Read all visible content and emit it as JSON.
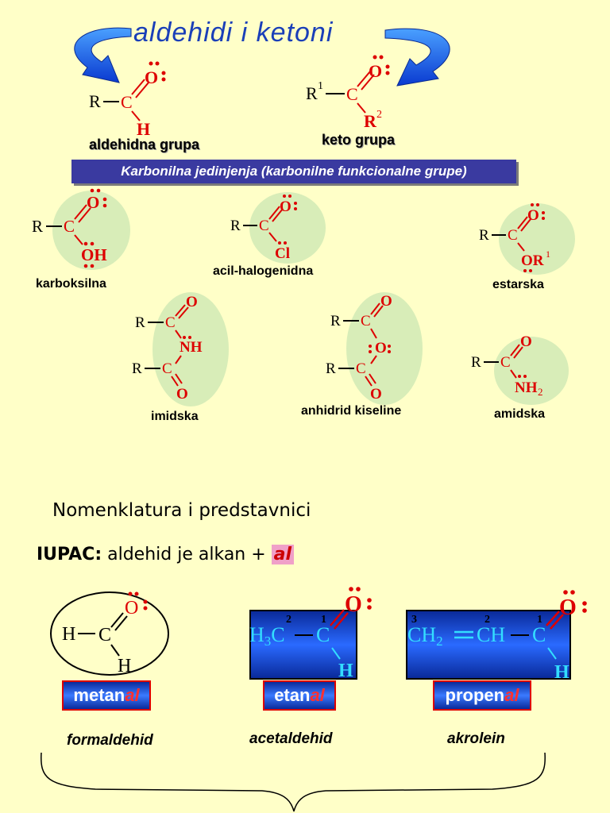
{
  "title": "aldehidi i ketoni",
  "labels": {
    "aldehyde_group": "aldehidna grupa",
    "keto_group": "keto grupa",
    "banner": "Karbonilna jedinjenja (karbonilne funkcionalne grupe)",
    "carboxyl": "karboksilna",
    "acyl_halide": "acil-halogenidna",
    "ester": "estarska",
    "imide": "imidska",
    "anhydride": "anhidrid kiseline",
    "amide": "amidska"
  },
  "nomenclature": {
    "heading": "Nomenklatura i predstavnici",
    "iupac_label": "IUPAC:",
    "iupac_rule": "aldehid je alkan +",
    "iupac_suffix": "al"
  },
  "compounds": [
    {
      "stem": "metan",
      "suffix": "al",
      "trivial": "formaldehid"
    },
    {
      "stem": "etan",
      "suffix": "al",
      "trivial": "acetaldehid"
    },
    {
      "stem": "propen",
      "suffix": "al",
      "trivial": "akrolein"
    }
  ],
  "colors": {
    "title": "#1a3fb8",
    "red_atoms": "#dd0000",
    "background": "#ffffc8",
    "banner": "#3a3aa0",
    "blob": "#d8edb8",
    "cyan_atoms": "#33ddff"
  }
}
